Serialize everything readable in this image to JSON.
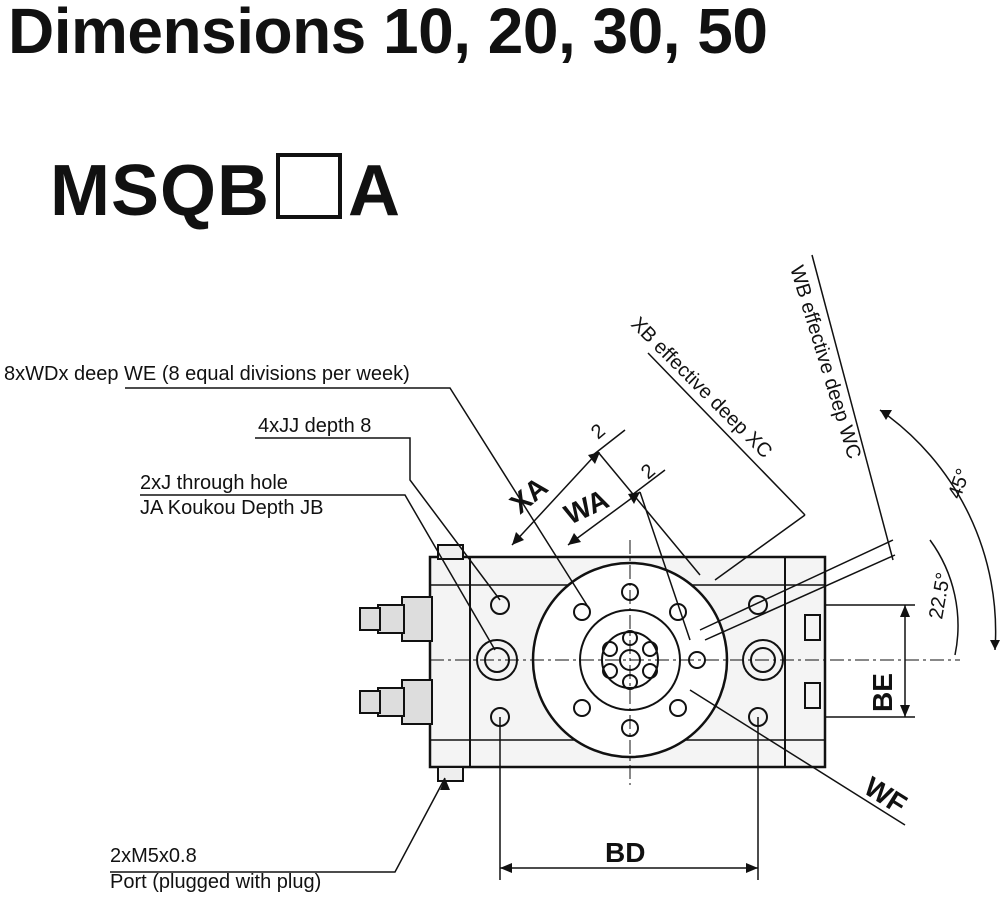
{
  "header": {
    "title": "Dimensions 10, 20, 30, 50",
    "model_prefix": "MSQB",
    "model_suffix": "A"
  },
  "callouts": {
    "wd_holes": "8xWDx deep WE (8 equal divisions per week)",
    "jj_holes": "4xJJ depth 8",
    "j_through_line1": "2xJ through hole",
    "j_through_line2": "JA Koukou Depth JB",
    "port_line1": "2xM5x0.8",
    "port_line2": "Port (plugged with plug)",
    "xb_label": "XB effective deep XC",
    "wb_label": "WB effective deep WC"
  },
  "dimensions": {
    "xa": "XA",
    "wa": "WA",
    "be": "BE",
    "bd": "BD",
    "wf": "WF",
    "two_a": "2",
    "two_b": "2",
    "angle_45": "45°",
    "angle_22": "22.5°"
  }
}
